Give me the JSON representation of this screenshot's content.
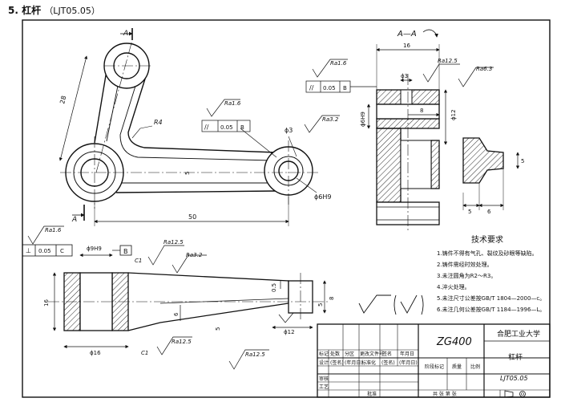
{
  "heading": {
    "number": "5.",
    "title": "杠杆",
    "code": "（LJT05.05）"
  },
  "views": {
    "main_section": "A",
    "section_label": "A—A"
  },
  "dimensions": {
    "d28": "28",
    "r4": "R4",
    "d5a": "5",
    "d50": "50",
    "phi3a": "ϕ3",
    "phi6h9": "ϕ6H9",
    "d16a": "16",
    "phi3b": "ϕ3",
    "d8": "8",
    "phi12a": "ϕ12",
    "phi6h9b": "ϕ6H9",
    "d5b": "5",
    "d6": "6",
    "d5c": "5",
    "phi9h9": "ϕ9H9",
    "c1a": "C1",
    "d16b": "16",
    "phi16": "ϕ16",
    "c1b": "C1",
    "d0_5": "0.5",
    "d5d": "5",
    "d8b": "8",
    "d6b": "6",
    "d5e": "5",
    "phi12b": "ϕ12"
  },
  "roughness": {
    "ra16a": "Ra1.6",
    "ra16b": "Ra1.6",
    "ra32a": "Ra3.2",
    "ra125a": "Ra12.5",
    "ra63": "Ra6.3",
    "ra16c": "Ra1.6",
    "ra125b": "Ra12.5",
    "ra32b": "Ra3.2",
    "ra125c": "Ra12.5",
    "ra125d": "Ra12.5"
  },
  "tolerances": {
    "par1": {
      "symbol": "//",
      "value": "0.05",
      "datum": "B"
    },
    "par2": {
      "symbol": "//",
      "value": "0.05",
      "datum": "B"
    },
    "perp": {
      "symbol": "⊥",
      "value": "0.05",
      "datum": "C"
    },
    "datum_b": "B"
  },
  "tech": {
    "title": "技术要求",
    "items": [
      "1.铸件不得有气孔、裂纹及砂眼等缺陷。",
      "2.铸件需经时效处理。",
      "3.未注圆角为R2～R3。",
      "4.淬火处理。",
      "5.未注尺寸公差按GB/T 1804—2000—c。",
      "6.未注几何公差按GB/T 1184—1996—L。"
    ]
  },
  "title_block": {
    "material": "ZG400",
    "school": "合肥工业大学",
    "part_name": "杠杆",
    "drawing_no": "LJT05.05",
    "h1": [
      "标记",
      "处数",
      "分区",
      "更改文件号",
      "签名",
      "年月日"
    ],
    "h2": [
      "设计",
      "(签名)",
      "(年月日)",
      "标准化",
      "(签名)",
      "(年月日)"
    ],
    "stage_headers": [
      "阶段标记",
      "质量",
      "比例"
    ],
    "review": "审核",
    "process": "工艺",
    "approve": "批准",
    "sheets": "共  张  第  张"
  }
}
